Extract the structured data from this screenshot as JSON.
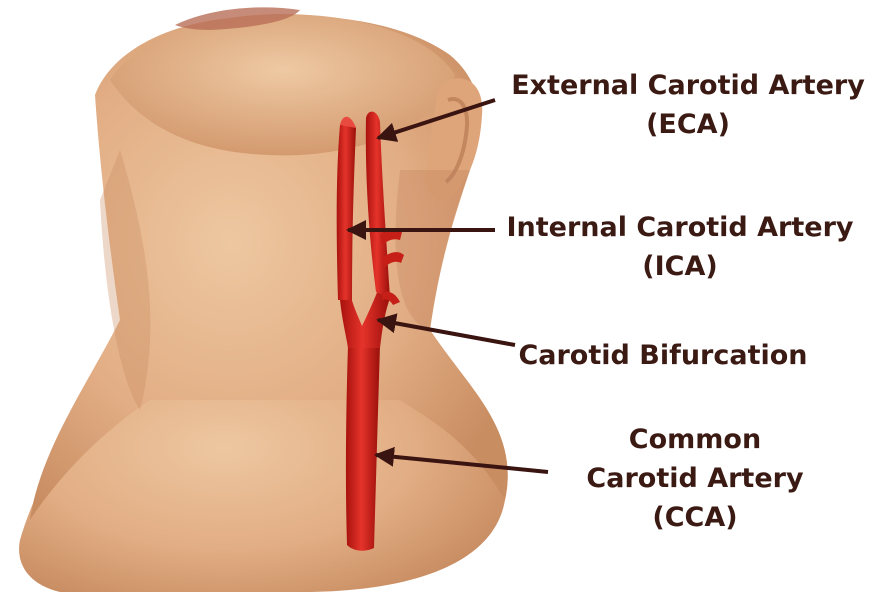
{
  "labels": {
    "eca": {
      "line1": "External Carotid Artery",
      "line2": "(ECA)"
    },
    "ica": {
      "line1": "Internal Carotid Artery",
      "line2": "(ICA)"
    },
    "bifurcation": {
      "line1": "Carotid Bifurcation"
    },
    "cca": {
      "line1": "Common",
      "line2": "Carotid Artery",
      "line3": "(CCA)"
    }
  },
  "colors": {
    "skin": "#e6b58d",
    "skin_shadow": "#c98d62",
    "artery": "#d8231c",
    "artery_dark": "#9e0f0c",
    "arrow": "#3a1410",
    "label": "#3a1a12"
  }
}
